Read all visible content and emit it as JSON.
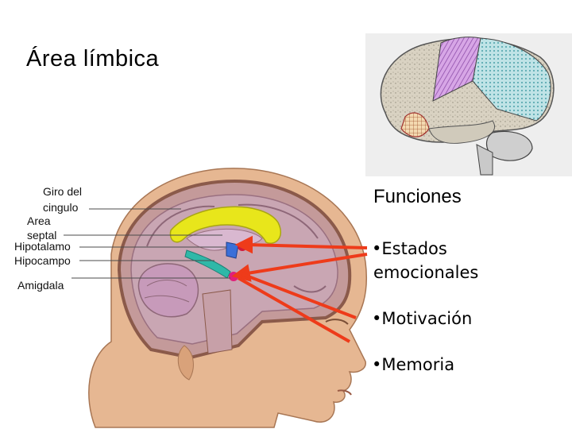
{
  "title": "Área límbica",
  "labels": {
    "giro": "Giro del",
    "giro2": "cingulo",
    "area": "Area",
    "area2": "septal",
    "hipotalamo": "Hipotalamo",
    "hipocampo": "Hipocampo",
    "amigdala": "Amigdala"
  },
  "functions": {
    "heading": "Funciones",
    "items": [
      "•Estados",
      "emocionales",
      "•Motivación",
      "•Memoria"
    ]
  },
  "colors": {
    "arrow": "#ee3b1a",
    "cingulate": "#e8e61b",
    "hippocampus": "#2fb8a8",
    "hypothalamus": "#3b6fd8",
    "amygdala": "#e0207a"
  }
}
